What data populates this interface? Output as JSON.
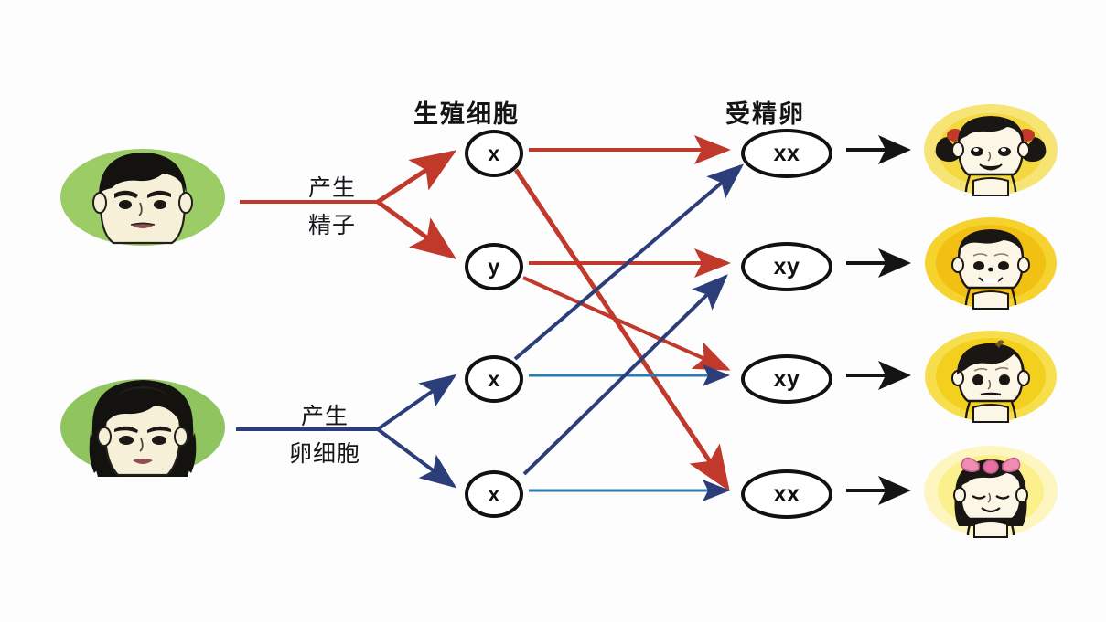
{
  "diagram": {
    "title_germ_cells": "生殖细胞",
    "title_zygote": "受精卵",
    "colors": {
      "male_arrow": "#c0392b",
      "female_arrow": "#2c3e7a",
      "result_arrow": "#1a1a1a",
      "parent_bg": "#9ccc65",
      "child_bg_1": "#f5e06a",
      "child_bg_2": "#f2c012",
      "child_bg_3": "#f3cf1e",
      "child_bg_4": "#faf0a0",
      "node_outline": "#111111"
    }
  },
  "parents": [
    {
      "name": "father",
      "label": "产生",
      "label2": "精子",
      "branch_line1": "产生",
      "branch_line2": "精子"
    },
    {
      "name": "mother",
      "label": "产生",
      "label2": "卵细胞",
      "branch_line1": "产生",
      "branch_line2": "卵细胞"
    }
  ],
  "gametes": [
    {
      "id": "g1",
      "value": "x",
      "parent": "father"
    },
    {
      "id": "g2",
      "value": "y",
      "parent": "father"
    },
    {
      "id": "g3",
      "value": "x",
      "parent": "mother"
    },
    {
      "id": "g4",
      "value": "x",
      "parent": "mother"
    }
  ],
  "zygotes": [
    {
      "id": "z1",
      "value": "xx",
      "child": "girl-pigtails"
    },
    {
      "id": "z2",
      "value": "xy",
      "child": "boy-short-hair"
    },
    {
      "id": "z3",
      "value": "xy",
      "child": "boy-bowl-cut"
    },
    {
      "id": "z4",
      "value": "xx",
      "child": "girl-bow"
    }
  ],
  "children": [
    {
      "id": "c1",
      "name": "girl-pigtails"
    },
    {
      "id": "c2",
      "name": "boy-short-hair"
    },
    {
      "id": "c3",
      "name": "boy-bowl-cut"
    },
    {
      "id": "c4",
      "name": "girl-bow"
    }
  ],
  "connections": [
    {
      "from": "g1",
      "to": "z1",
      "color": "male"
    },
    {
      "from": "g1",
      "to": "z4",
      "color": "male"
    },
    {
      "from": "g2",
      "to": "z2",
      "color": "male"
    },
    {
      "from": "g2",
      "to": "z3",
      "color": "male"
    },
    {
      "from": "g3",
      "to": "z1",
      "color": "female"
    },
    {
      "from": "g3",
      "to": "z3",
      "color": "female"
    },
    {
      "from": "g4",
      "to": "z2",
      "color": "female"
    },
    {
      "from": "g4",
      "to": "z4",
      "color": "female"
    }
  ]
}
